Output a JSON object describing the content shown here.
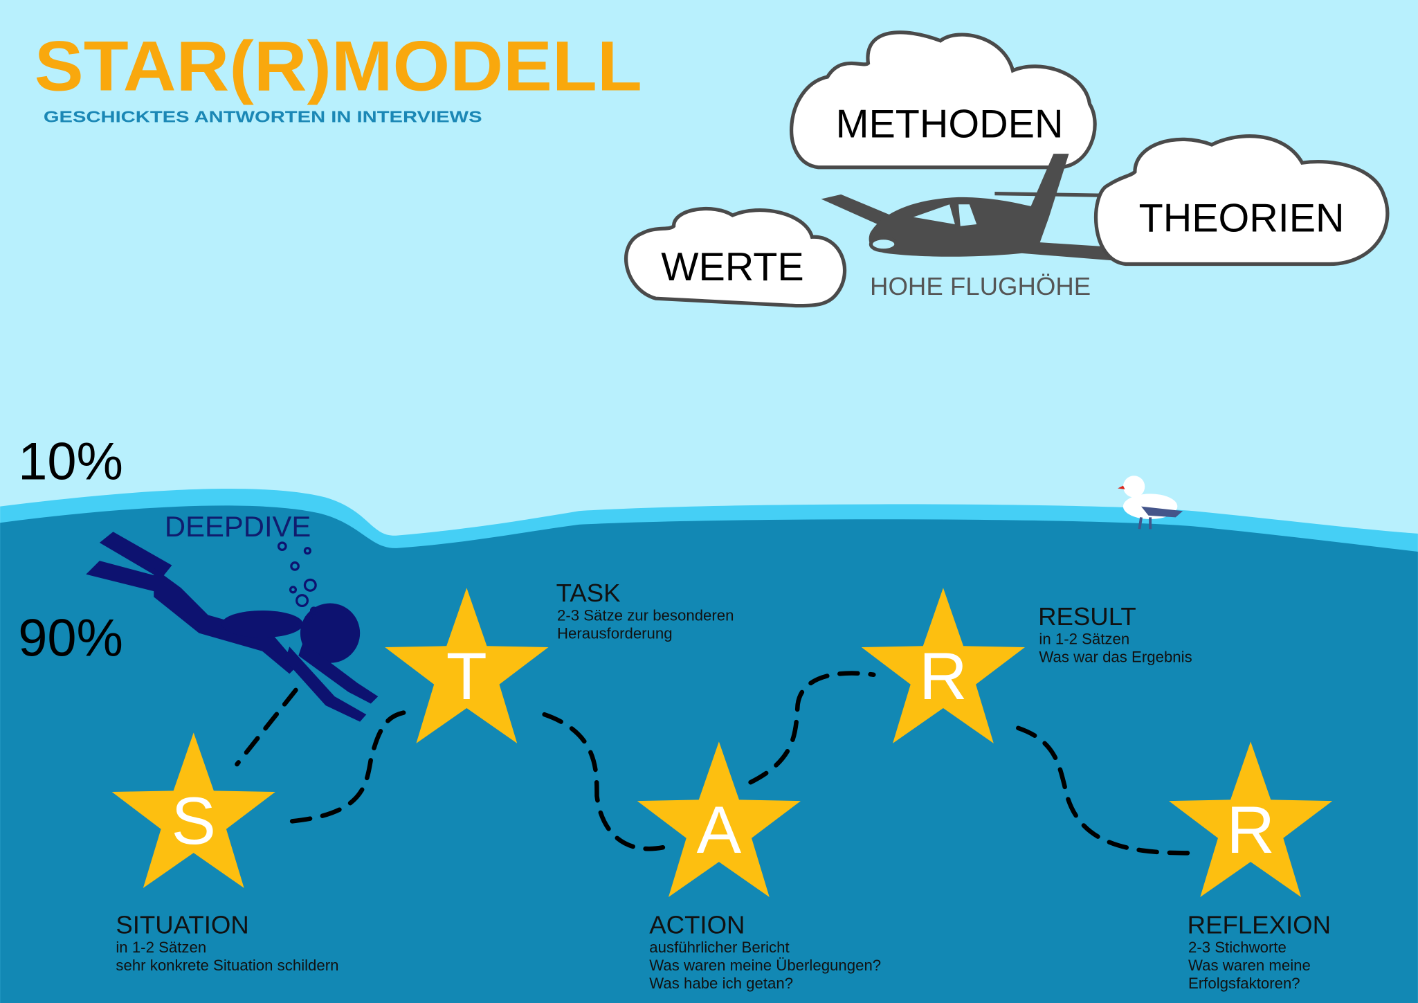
{
  "header": {
    "title": "STAR(R)MODELL",
    "subtitle": "GESCHICKTES ANTWORTEN IN INTERVIEWS"
  },
  "sky": {
    "clouds": [
      "METHODEN",
      "THEORIEN",
      "WERTE"
    ],
    "plane_caption": "HOHE FLUGHÖHE"
  },
  "iceberg": {
    "above_percent": "10%",
    "below_percent": "90%",
    "diver_label": "DEEPDIVE"
  },
  "steps": [
    {
      "letter": "S",
      "title": "SITUATION",
      "lines": [
        "in 1-2 Sätzen",
        "sehr konkrete Situation schildern"
      ]
    },
    {
      "letter": "T",
      "title": "TASK",
      "lines": [
        "2-3 Sätze zur besonderen",
        "Herausforderung"
      ]
    },
    {
      "letter": "A",
      "title": "ACTION",
      "lines": [
        "ausführlicher Bericht",
        "Was waren meine Überlegungen?",
        "Was habe ich getan?"
      ]
    },
    {
      "letter": "R",
      "title": "RESULT",
      "lines": [
        "in 1-2 Sätzen",
        "Was war das Ergebnis"
      ]
    },
    {
      "letter": "R",
      "title": "REFLEXION",
      "lines": [
        "2-3 Stichworte",
        "Was waren meine",
        "Erfolgsfaktoren?"
      ]
    }
  ],
  "colors": {
    "sky": "#b8f0fd",
    "water_light": "#45cff5",
    "water_deep": "#1288b4",
    "star": "#fdbf10",
    "title": "#f9a80d",
    "subtitle": "#1a87b5",
    "diver": "#0d1270"
  }
}
